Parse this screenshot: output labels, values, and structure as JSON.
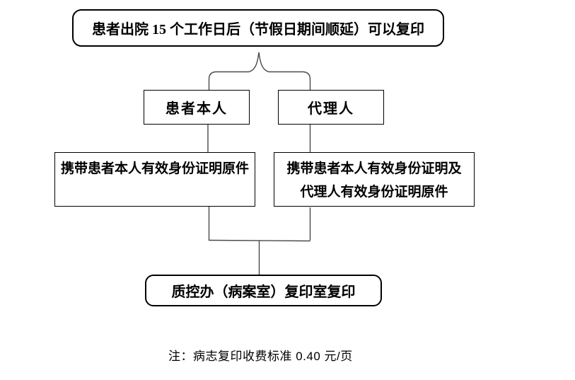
{
  "flowchart": {
    "eligibility": {
      "label": "患者出院 15 个工作日后（节假日期间顺延）可以复印"
    },
    "branches": [
      {
        "label": "患者本人"
      },
      {
        "label": "代理人"
      }
    ],
    "requirements": [
      {
        "lines": [
          "携带患者本人有效身份证明原件",
          ""
        ]
      },
      {
        "lines": [
          "携带患者本人有效身份证明及",
          "代理人有效身份证明原件"
        ]
      }
    ],
    "destination": {
      "label": "质控办（病案室）复印室复印"
    },
    "note": "注：病志复印收费标准 0.40 元/页"
  },
  "colors": {
    "box_border": "#000000",
    "connector": "#4a4a4a",
    "text": "#000000",
    "background": "#ffffff"
  }
}
